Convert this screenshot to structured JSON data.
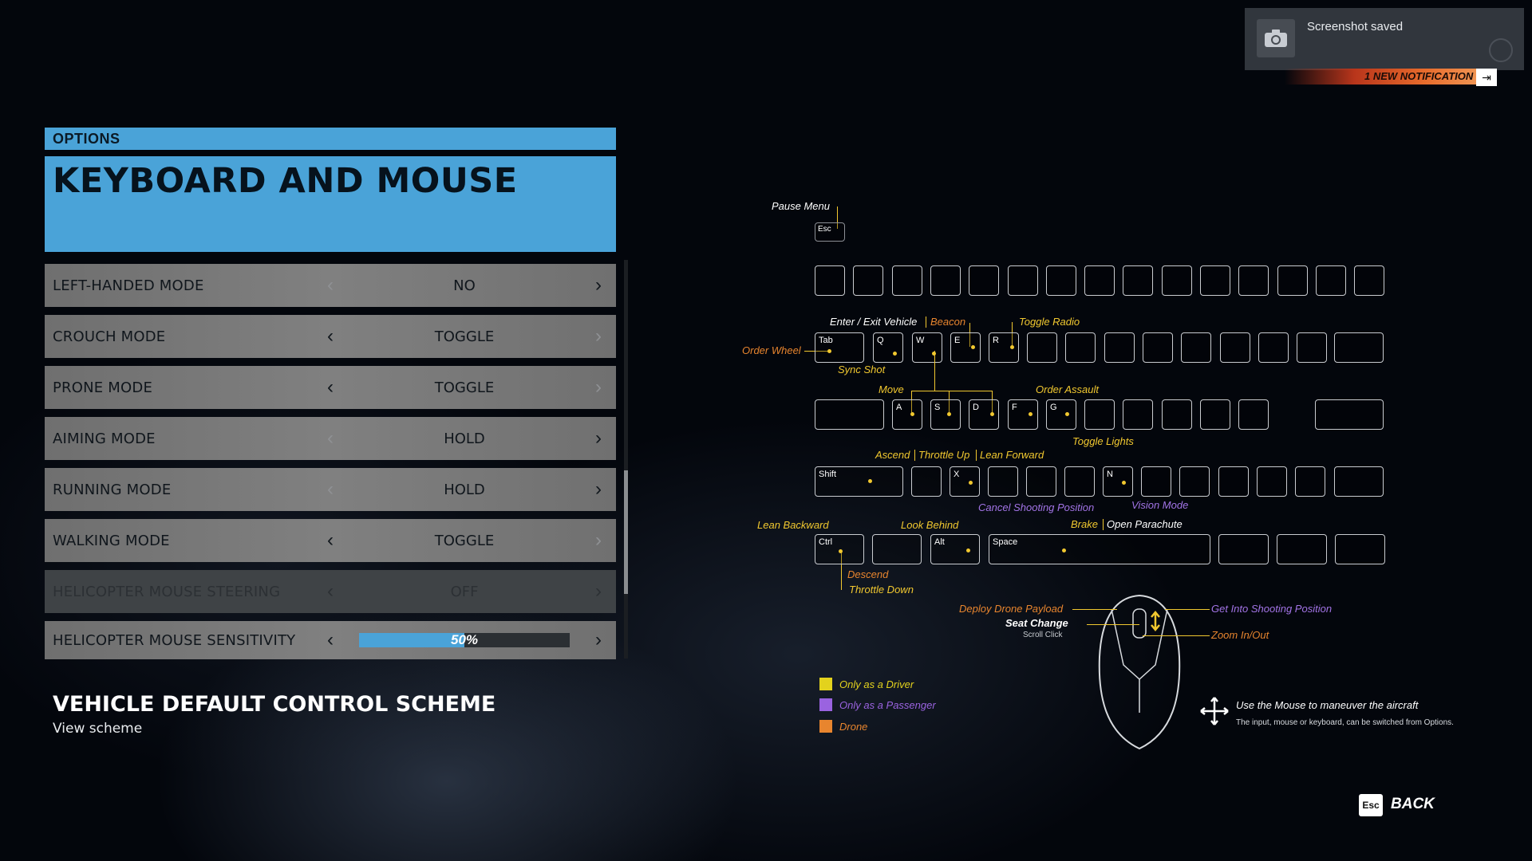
{
  "header": {
    "section": "OPTIONS",
    "title": "KEYBOARD AND MOUSE"
  },
  "options": [
    {
      "label": "LEFT-HANDED MODE",
      "value": "NO"
    },
    {
      "label": "CROUCH MODE",
      "value": "TOGGLE"
    },
    {
      "label": "PRONE MODE",
      "value": "TOGGLE"
    },
    {
      "label": "AIMING MODE",
      "value": "HOLD"
    },
    {
      "label": "RUNNING MODE",
      "value": "HOLD"
    },
    {
      "label": "WALKING MODE",
      "value": "TOGGLE"
    },
    {
      "label": "HELICOPTER MOUSE STEERING",
      "value": "OFF"
    },
    {
      "label": "HELICOPTER MOUSE SENSITIVITY",
      "value": "50%",
      "level": 0.5
    }
  ],
  "scheme": {
    "title": "VEHICLE DEFAULT CONTROL SCHEME",
    "link": "View scheme"
  },
  "toast": {
    "message": "Screenshot saved",
    "notification": "1 NEW NOTIFICATION"
  },
  "keys": {
    "esc": "Esc",
    "tab": "Tab",
    "q": "Q",
    "w": "W",
    "e": "E",
    "r": "R",
    "a": "A",
    "s": "S",
    "d": "D",
    "f": "F",
    "g": "G",
    "shift": "Shift",
    "x": "X",
    "n": "N",
    "ctrl": "Ctrl",
    "alt": "Alt",
    "space": "Space"
  },
  "bindings": {
    "pause_menu": "Pause Menu",
    "enter_exit_vehicle": "Enter / Exit Vehicle",
    "beacon": "Beacon",
    "toggle_radio": "Toggle Radio",
    "order_wheel": "Order Wheel",
    "sync_shot": "Sync Shot",
    "move": "Move",
    "order_assault": "Order Assault",
    "toggle_lights": "Toggle Lights",
    "ascend": "Ascend",
    "throttle_up": "Throttle Up",
    "lean_forward": "Lean Forward",
    "cancel_shooting_position": "Cancel Shooting Position",
    "vision_mode": "Vision Mode",
    "lean_backward": "Lean Backward",
    "look_behind": "Look Behind",
    "brake": "Brake",
    "open_parachute": "Open Parachute",
    "descend": "Descend",
    "throttle_down": "Throttle Down",
    "deploy_drone_payload": "Deploy Drone Payload",
    "seat_change": "Seat Change",
    "scroll_click": "Scroll Click",
    "get_into_shooting_position": "Get Into Shooting Position",
    "zoom_in_out": "Zoom In/Out"
  },
  "legend": [
    {
      "label": "Only as a Driver",
      "color": "#e3d21d"
    },
    {
      "label": "Only as a Passenger",
      "color": "#9a63e0"
    },
    {
      "label": "Drone",
      "color": "#e8852e"
    }
  ],
  "mouse_info": {
    "title": "Use the Mouse to maneuver the aircraft",
    "subtitle": "The input, mouse or keyboard, can be switched from Options."
  },
  "footer": {
    "back_key": "Esc",
    "back_label": "BACK"
  },
  "colors": {
    "accent": "#4aa3d8",
    "yellow": "#f1c82f",
    "orange": "#e8852e",
    "purple": "#a274e6"
  }
}
